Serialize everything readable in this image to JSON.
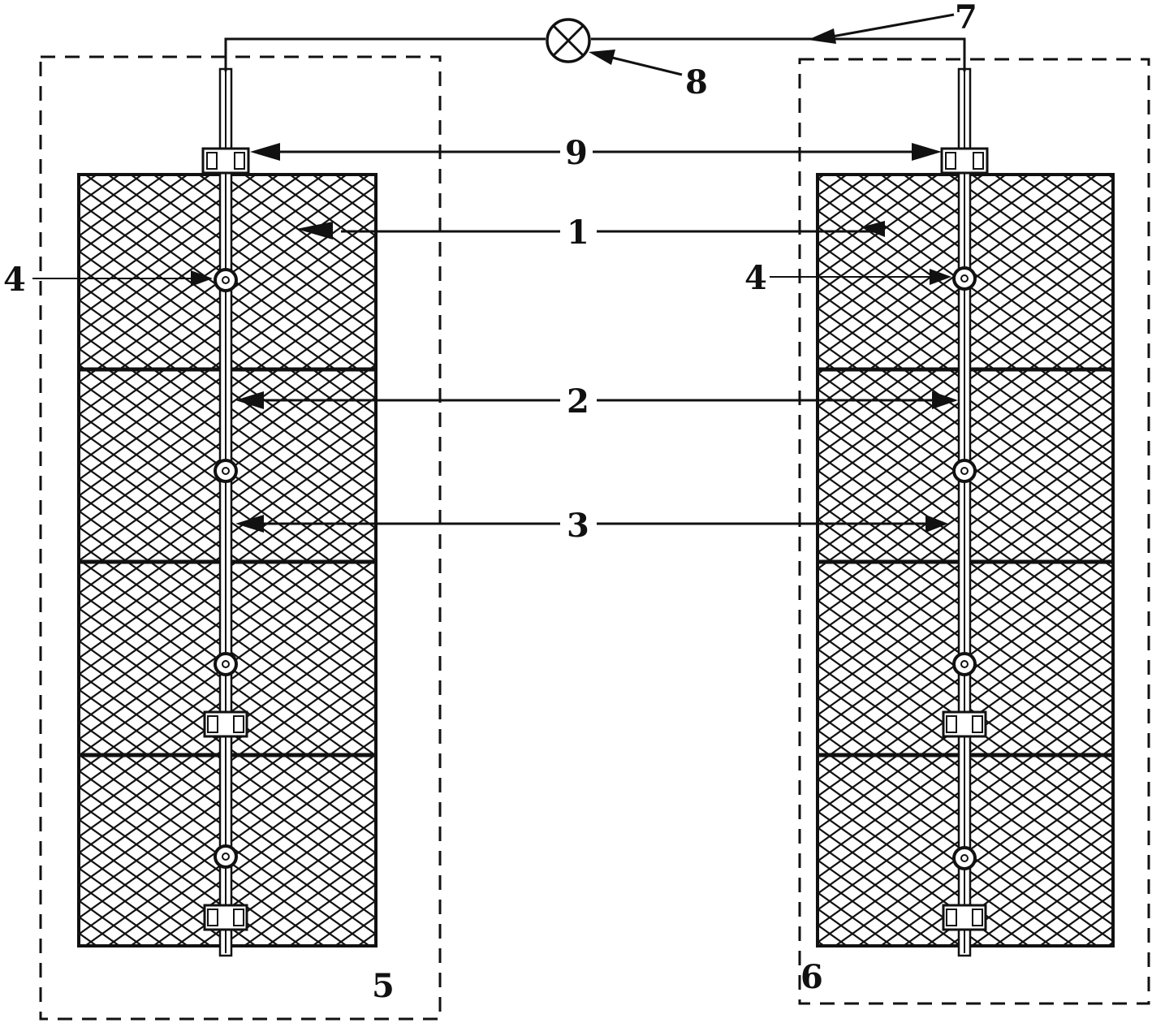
{
  "labels": {
    "rod": "1",
    "layer": "2",
    "pipe": "3",
    "joint": "4",
    "left_zone": "5",
    "right_zone": "6",
    "wire": "7",
    "meter": "8",
    "clamp": "9"
  },
  "colors": {
    "ink": "#111111",
    "background": "#ffffff"
  }
}
